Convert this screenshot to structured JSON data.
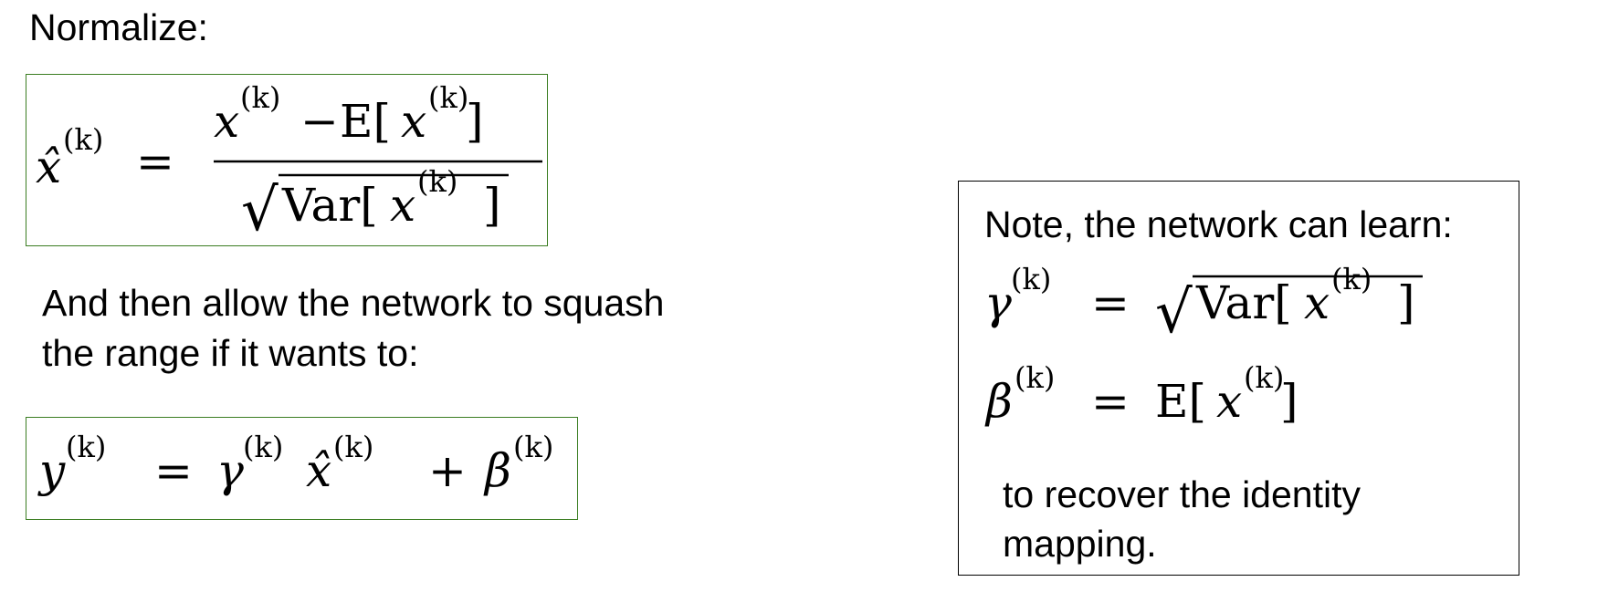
{
  "normalize": {
    "heading": "Normalize:"
  },
  "squash": {
    "line1": "And then allow the network to squash",
    "line2": "the range if it wants to:"
  },
  "note": {
    "heading": "Note, the network can learn:",
    "line1": "to recover the identity",
    "line2": "mapping."
  },
  "math": {
    "sup": "(k)",
    "x": "x",
    "x_hat": "x̂",
    "y": "y",
    "gamma": "γ",
    "beta": "β",
    "equals": "=",
    "minus": "−",
    "plus": "+",
    "E_lbr": "E[",
    "Var_lbr": "Var[",
    "rbr": "]",
    "sqrt": "√"
  },
  "colors": {
    "formula_border": "#3b7d22",
    "note_border": "#000000"
  }
}
